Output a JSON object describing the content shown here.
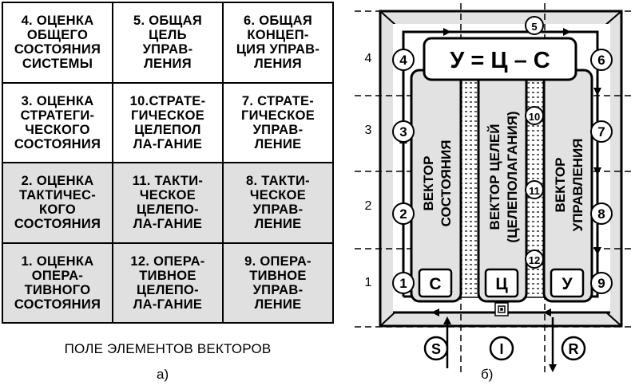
{
  "table": {
    "rows": [
      {
        "shaded": false,
        "cells": [
          "4. ОЦЕНКА\nОБЩЕГО\nСОСТОЯНИЯ\nСИСТЕМЫ",
          "5. ОБЩАЯ\nЦЕЛЬ\nУПРАВ-\nЛЕНИЯ",
          "6. ОБЩАЯ\nКОНЦЕП-\nЦИЯ УПРАВ-\nЛЕНИЯ"
        ]
      },
      {
        "shaded": false,
        "cells": [
          "3. ОЦЕНКА\nСТРАТЕГИ-\nЧЕСКОГО\nСОСТОЯНИЯ",
          "10.СТРАТЕ-\nГИЧЕСКОЕ\nЦЕЛЕПОЛ\nЛА-ГАНИЕ",
          "7. СТРАТЕ-\nГИЧЕСКОЕ\nУПРАВ-\nЛЕНИЕ"
        ]
      },
      {
        "shaded": true,
        "cells": [
          "2. ОЦЕНКА\nТАКТИЧЕС-\nКОГО\nСОСТОЯНИЯ",
          "11. ТАКТИ-\nЧЕСКОЕ\nЦЕЛЕПО-\nЛА-ГАНИЕ",
          "8. ТАКТИ-\nЧЕСКОЕ\nУПРАВ-\nЛЕНИЕ"
        ]
      },
      {
        "shaded": true,
        "cells": [
          "1. ОЦЕНКА\nОПЕРА-\nТИВНОГО\nСОСТОЯНИЯ",
          "12. ОПЕРА-\nТИВНОЕ\nЦЕЛЕПО-\nЛА-ГАНИЕ",
          "9. ОПЕРА-\nТИВНОЕ\nУПРАВ-\nЛЕНИЕ"
        ]
      }
    ]
  },
  "caption": "ПОЛЕ ЭЛЕМЕНТОВ ВЕКТОРОВ",
  "label_a": "а)",
  "label_b": "б)",
  "diagram": {
    "formula": "У = Ц – С",
    "vector_state": "ВЕКТОР\nСОСТОЯНИЯ",
    "vector_goals": "ВЕКТОР ЦЕЛЕЙ\n(ЦЕЛЕПОЛАГАНИЯ)",
    "vector_control": "ВЕКТОР\nУПРАВЛЕНИЯ",
    "box_c": "С",
    "box_ts": "Ц",
    "box_u": "У",
    "level_labels": [
      "4",
      "3",
      "2",
      "1"
    ],
    "left_nodes": [
      "4",
      "3",
      "2",
      "1"
    ],
    "right_nodes": [
      "6",
      "7",
      "8",
      "9"
    ],
    "middle_nodes": [
      "5",
      "10",
      "11",
      "12"
    ],
    "io": [
      "S",
      "I",
      "R"
    ]
  }
}
